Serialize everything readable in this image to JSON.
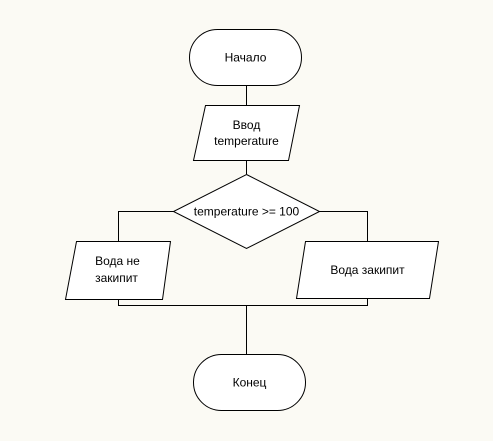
{
  "flowchart": {
    "start_label": "Начало",
    "input_label_line1": "Ввод",
    "input_label_line2": "temperature",
    "condition_label": "temperature >= 100",
    "false_branch_line1": "Вода не",
    "false_branch_line2": "закипит",
    "true_branch_label": "Вода закипит",
    "end_label": "Конец"
  },
  "colors": {
    "background": "#fbfaf4",
    "shape_fill": "#ffffff",
    "stroke": "#000000",
    "text": "#000000"
  }
}
